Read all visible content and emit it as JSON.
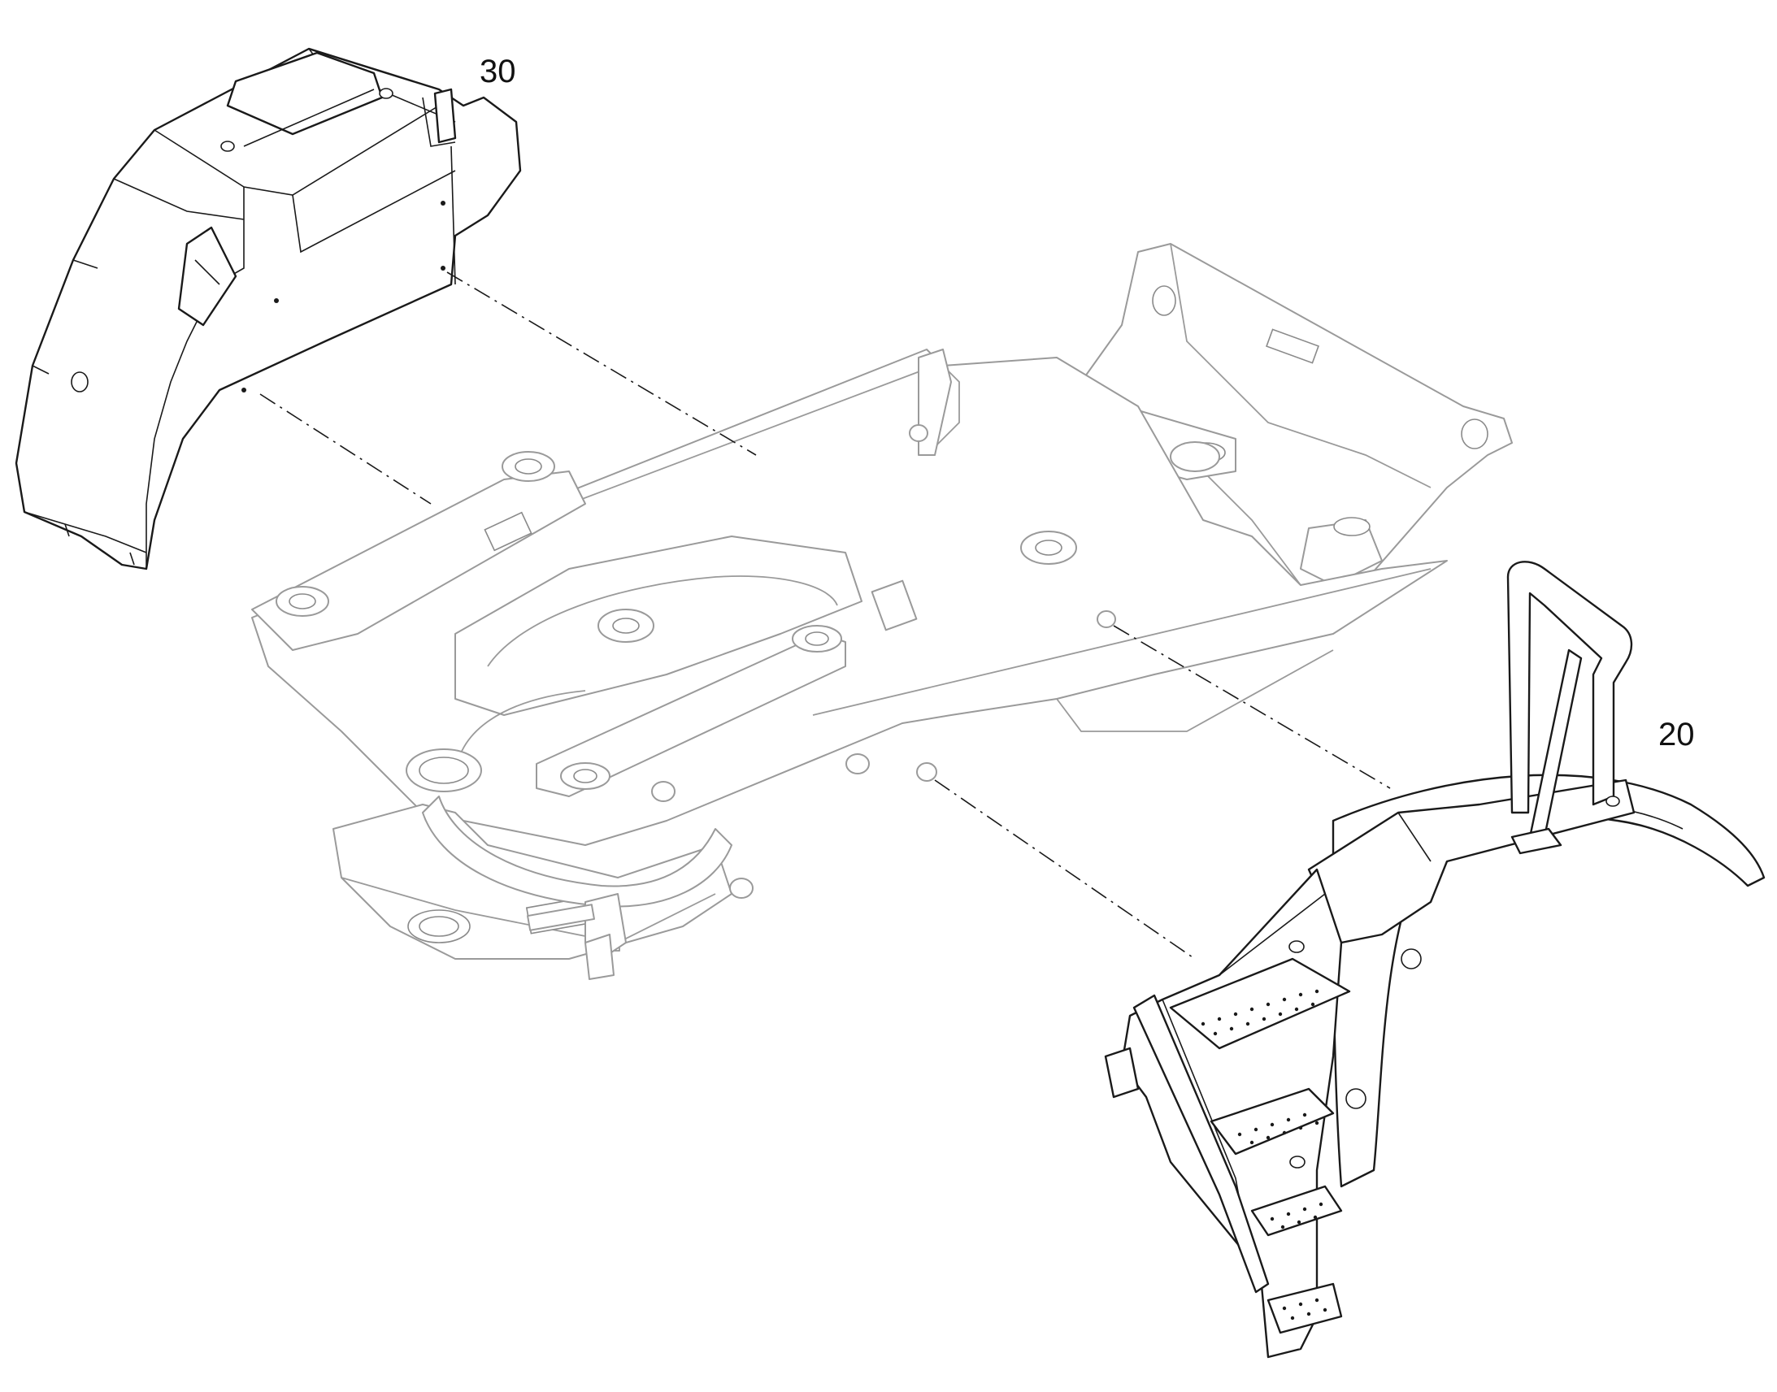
{
  "callouts": [
    {
      "id": "30",
      "label": "30"
    },
    {
      "id": "20",
      "label": "20"
    }
  ],
  "colors": {
    "line": "#1a1a1a",
    "frame_line": "#9a9a9a",
    "background": "#ffffff"
  }
}
